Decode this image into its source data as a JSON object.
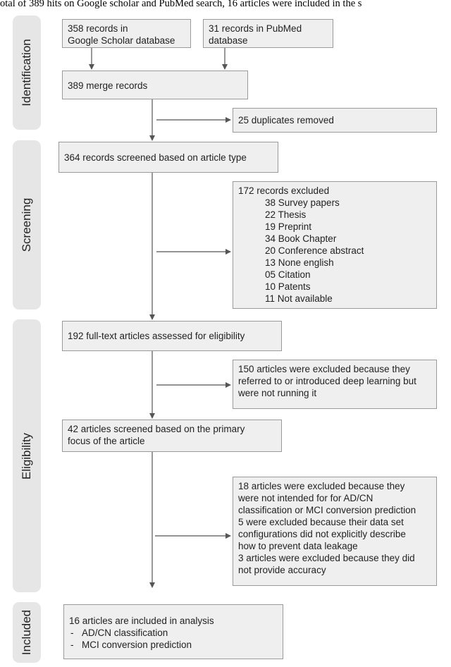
{
  "caption": "otal of 389 hits on Google scholar and PubMed search, 16 articles were included in the s",
  "stages": {
    "identification": "Identification",
    "screening": "Screening",
    "eligibility": "Eligibility",
    "included": "Included"
  },
  "boxes": {
    "google": [
      "358 records in",
      "Google Scholar database"
    ],
    "pubmed": [
      "31 records in PubMed",
      "database"
    ],
    "merge": "389 merge records",
    "duplicates": "25 duplicates removed",
    "screened_type": "364 records screened based on article type",
    "excluded_172": {
      "title": "172 records excluded",
      "items": [
        "38 Survey papers",
        "22 Thesis",
        "19 Preprint",
        "34 Book Chapter",
        "20 Conference abstract",
        "13 None english",
        "05 Citation",
        "10 Patents",
        "11 Not available"
      ]
    },
    "fulltext": "192 full-text articles assessed for eligibility",
    "excluded_150": [
      "150 articles were excluded because they",
      "referred to or introduced deep learning but",
      "were not running it"
    ],
    "screened_focus": [
      "42 articles screened based on the primary",
      "focus of the article"
    ],
    "excluded_final": [
      "18 articles were excluded because they",
      "were not intended for for AD/CN",
      "classification or MCI conversion prediction",
      "5  were excluded because their data set",
      "configurations did not explicitly describe",
      "how to prevent data leakage",
      "3 articles were excluded because they did",
      "not provide accuracy"
    ],
    "included": {
      "title": "16 articles are included in analysis",
      "items": [
        {
          "dash": "-",
          "text": "AD/CN classification"
        },
        {
          "dash": "-",
          "text": "MCI conversion prediction"
        }
      ]
    }
  }
}
